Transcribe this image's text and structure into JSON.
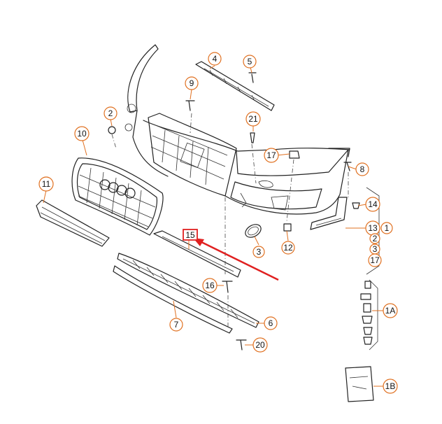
{
  "parts": {
    "p1": "1",
    "p2": "2",
    "p3": "3",
    "p4": "4",
    "p5": "5",
    "p6": "6",
    "p7": "7",
    "p8": "8",
    "p9": "9",
    "p10": "10",
    "p11": "11",
    "p12": "12",
    "p13": "13",
    "p14": "14",
    "p15": "15",
    "p16": "16",
    "p17": "17",
    "p20": "20",
    "p21": "21",
    "p1A": "1A",
    "p1B": "1B"
  },
  "group_list": [
    "2",
    "3",
    "17"
  ],
  "colors": {
    "callout": "#e07020",
    "highlight": "#e02020",
    "line": "#222222"
  }
}
